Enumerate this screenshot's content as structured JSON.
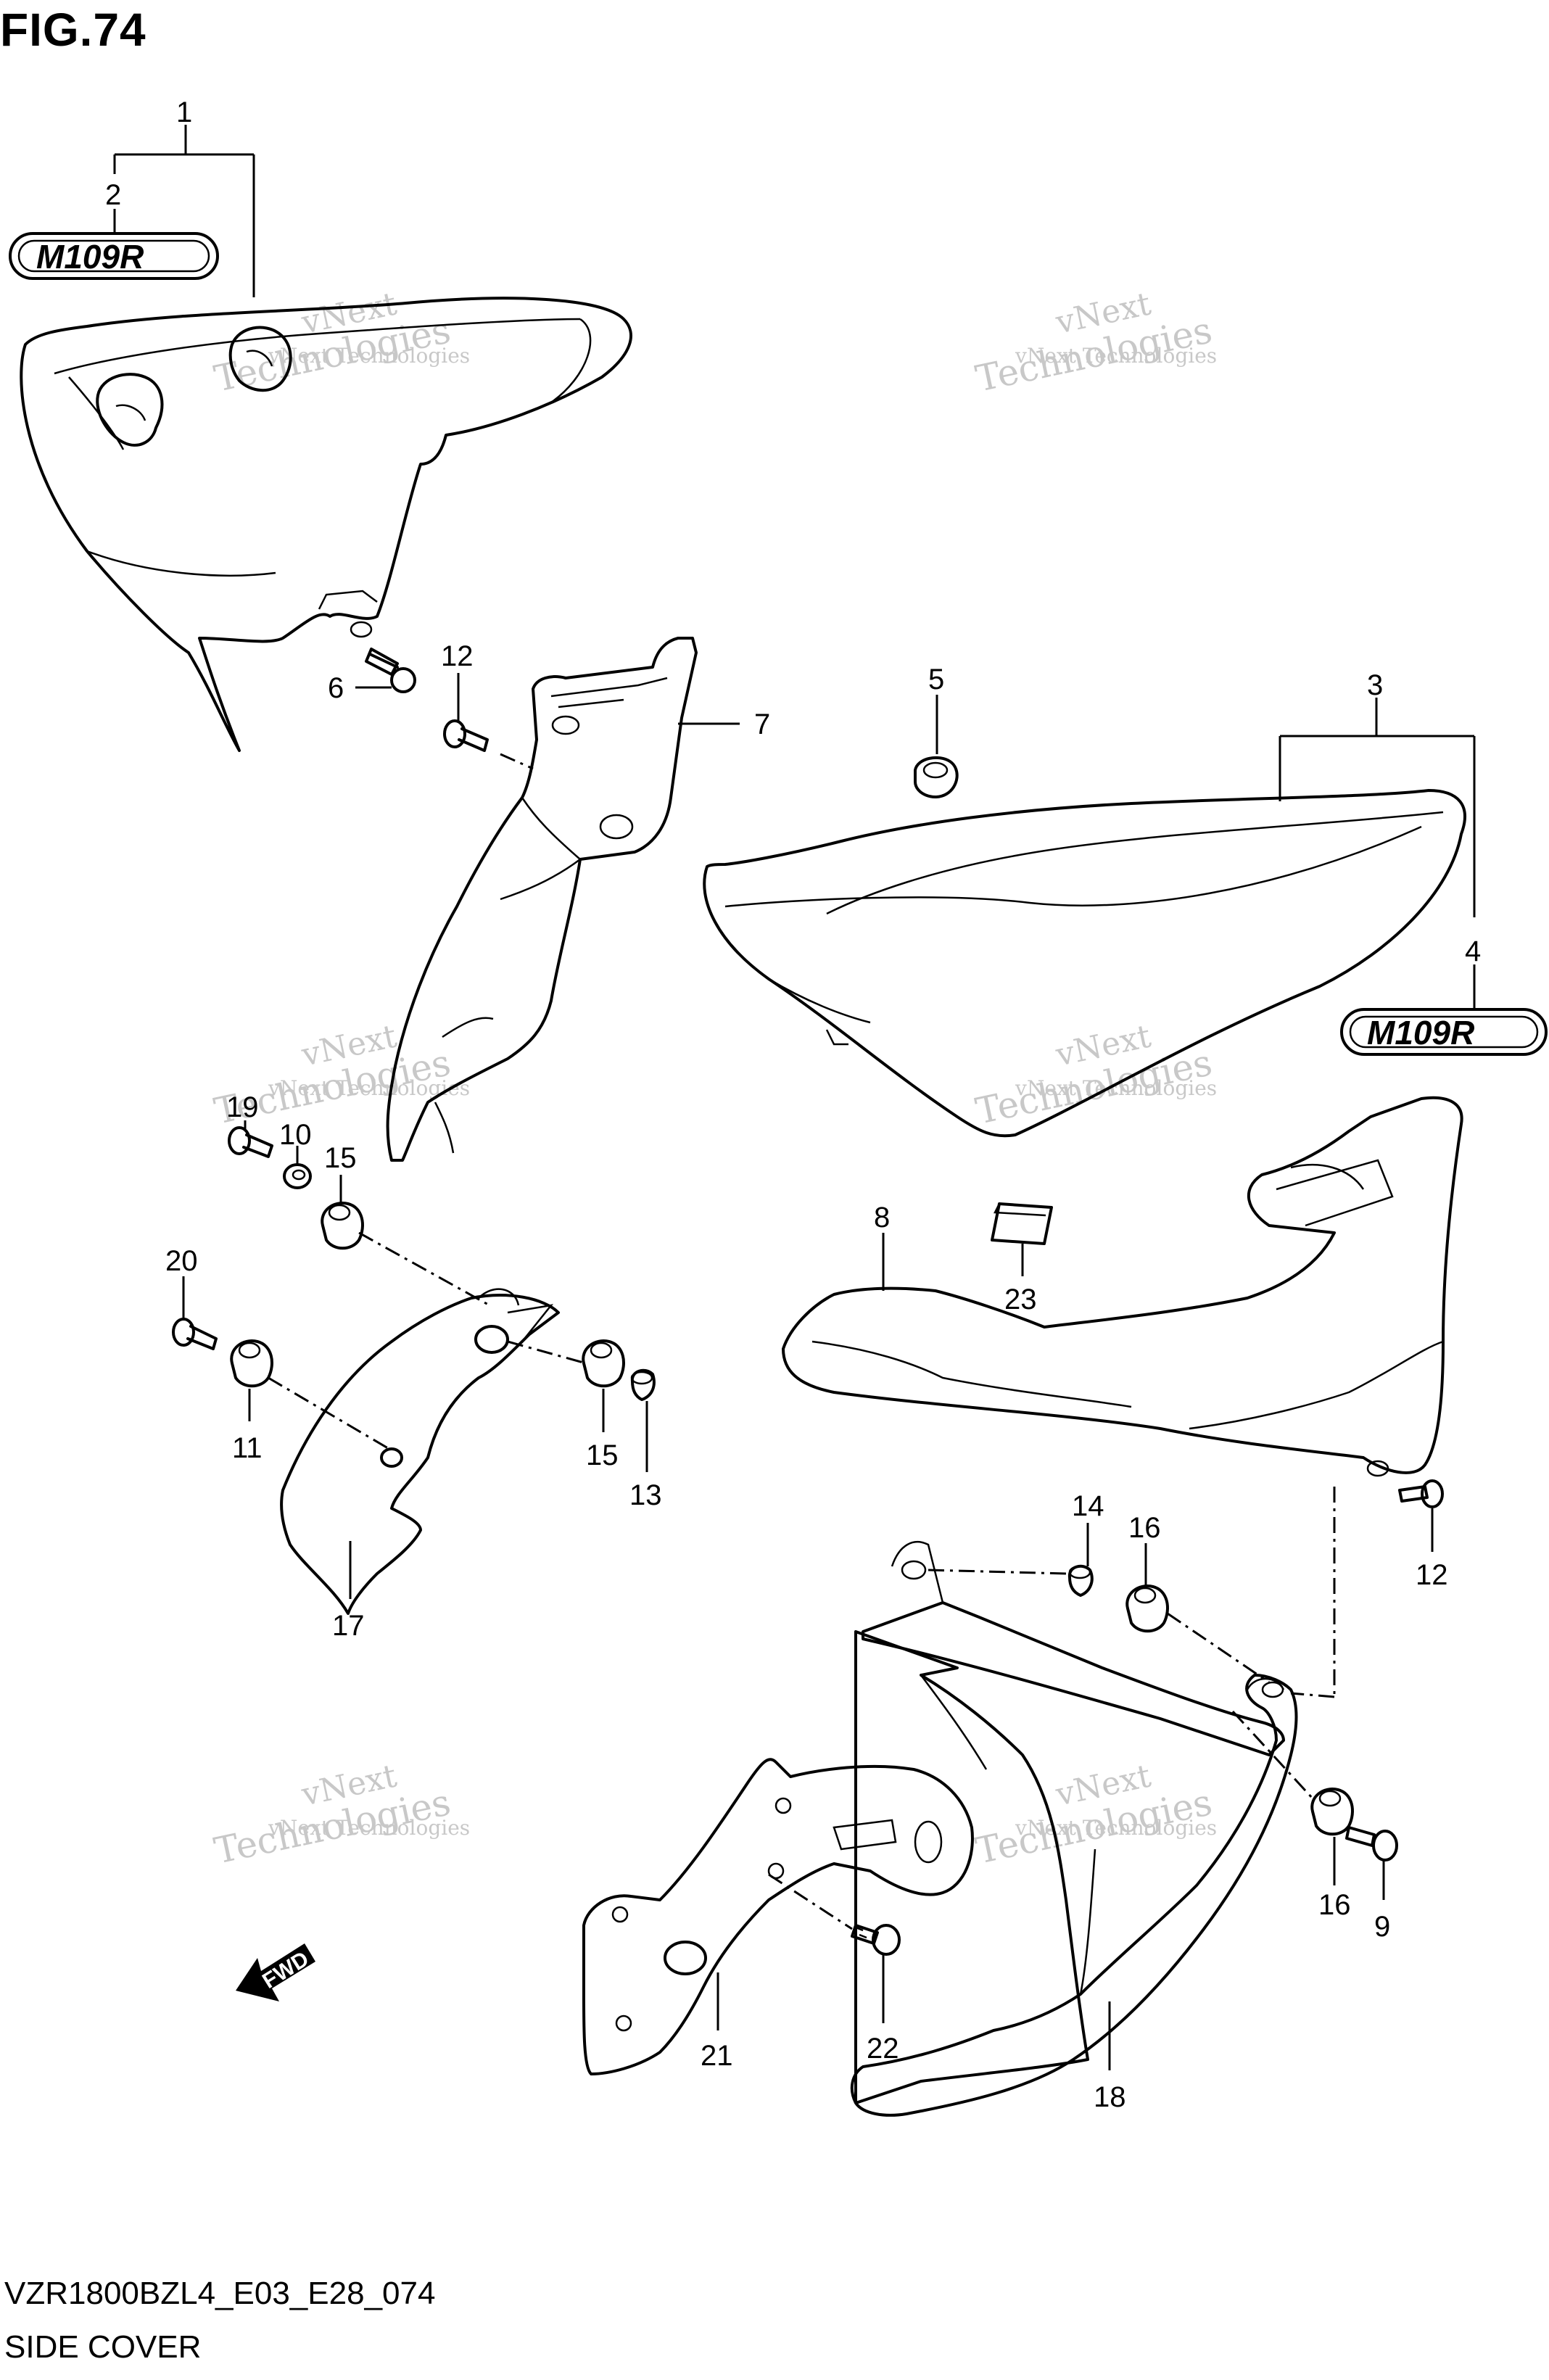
{
  "figure": {
    "title": "FIG.74",
    "code": "VZR1800BZL4_E03_E28_074",
    "name": "SIDE COVER"
  },
  "watermark": {
    "line1": "vNext Technologies",
    "line2": "vNext",
    "line3": "Technologies"
  },
  "badge_text": "M109R",
  "fwd_label": "FWD",
  "callouts": [
    "1",
    "2",
    "3",
    "4",
    "5",
    "6",
    "7",
    "8",
    "9",
    "10",
    "11",
    "12",
    "12",
    "13",
    "14",
    "15",
    "15",
    "16",
    "16",
    "17",
    "18",
    "19",
    "20",
    "21",
    "22",
    "23"
  ]
}
